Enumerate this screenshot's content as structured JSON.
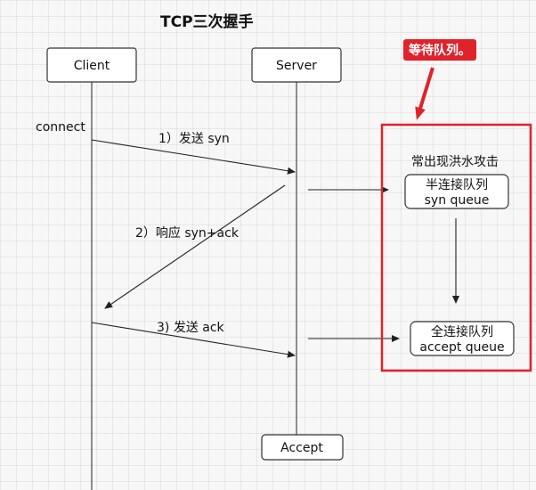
{
  "title": "TCP三次握手",
  "actors": {
    "client": "Client",
    "server": "Server"
  },
  "connect_label": "connect",
  "steps": {
    "step1": "1）发送 syn",
    "step2": "2）响应 syn+ack",
    "step3": "3) 发送 ack"
  },
  "callout_note": "等待队列。",
  "queue_panel": {
    "heading": "常出现洪水攻击",
    "half_queue": {
      "line1": "半连接队列",
      "line2": "syn queue"
    },
    "full_queue": {
      "line1": "全连接队列",
      "line2": "accept queue"
    }
  },
  "accept_label": "Accept",
  "colors": {
    "highlight_red": "#e0222b",
    "line": "#222222",
    "box_border": "#333333"
  },
  "icons": {
    "callout_arrow": "red-pointer-arrow-icon"
  }
}
